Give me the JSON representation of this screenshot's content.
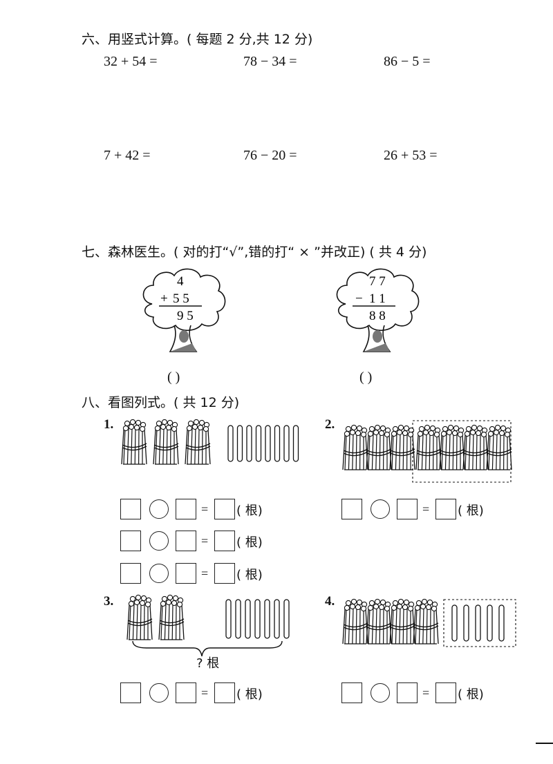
{
  "section6": {
    "title": "六、用竖式计算。( 每题 2 分,共 12 分)",
    "problems": [
      "32 + 54 =",
      "78 − 34 =",
      "86 − 5 =",
      "7 + 42 =",
      "76 − 20 =",
      "26 + 53 ="
    ]
  },
  "section7": {
    "title": "七、森林医生。( 对的打“√”,错的打“ × ”并改正) ( 共 4 分)",
    "tree1": {
      "top": "4",
      "op": "+",
      "bottom": "5 5",
      "result": "9 5"
    },
    "tree2": {
      "top": "7 7",
      "op": "−",
      "bottom": "1 1",
      "result": "8 8"
    },
    "answer_paren": "(        )"
  },
  "section8": {
    "title": "八、看图列式。( 共 12 分)",
    "items": [
      {
        "label": "1.",
        "bundles": 3,
        "sticks": 8
      },
      {
        "label": "2.",
        "bundles": 7,
        "boxed_bundles": 4
      },
      {
        "label": "3.",
        "bundles": 2,
        "sticks": 7,
        "brace_label": "? 根"
      },
      {
        "label": "4.",
        "bundles": 4,
        "boxed_sticks": 5
      }
    ],
    "equals": "=",
    "unit": "( 根)"
  }
}
